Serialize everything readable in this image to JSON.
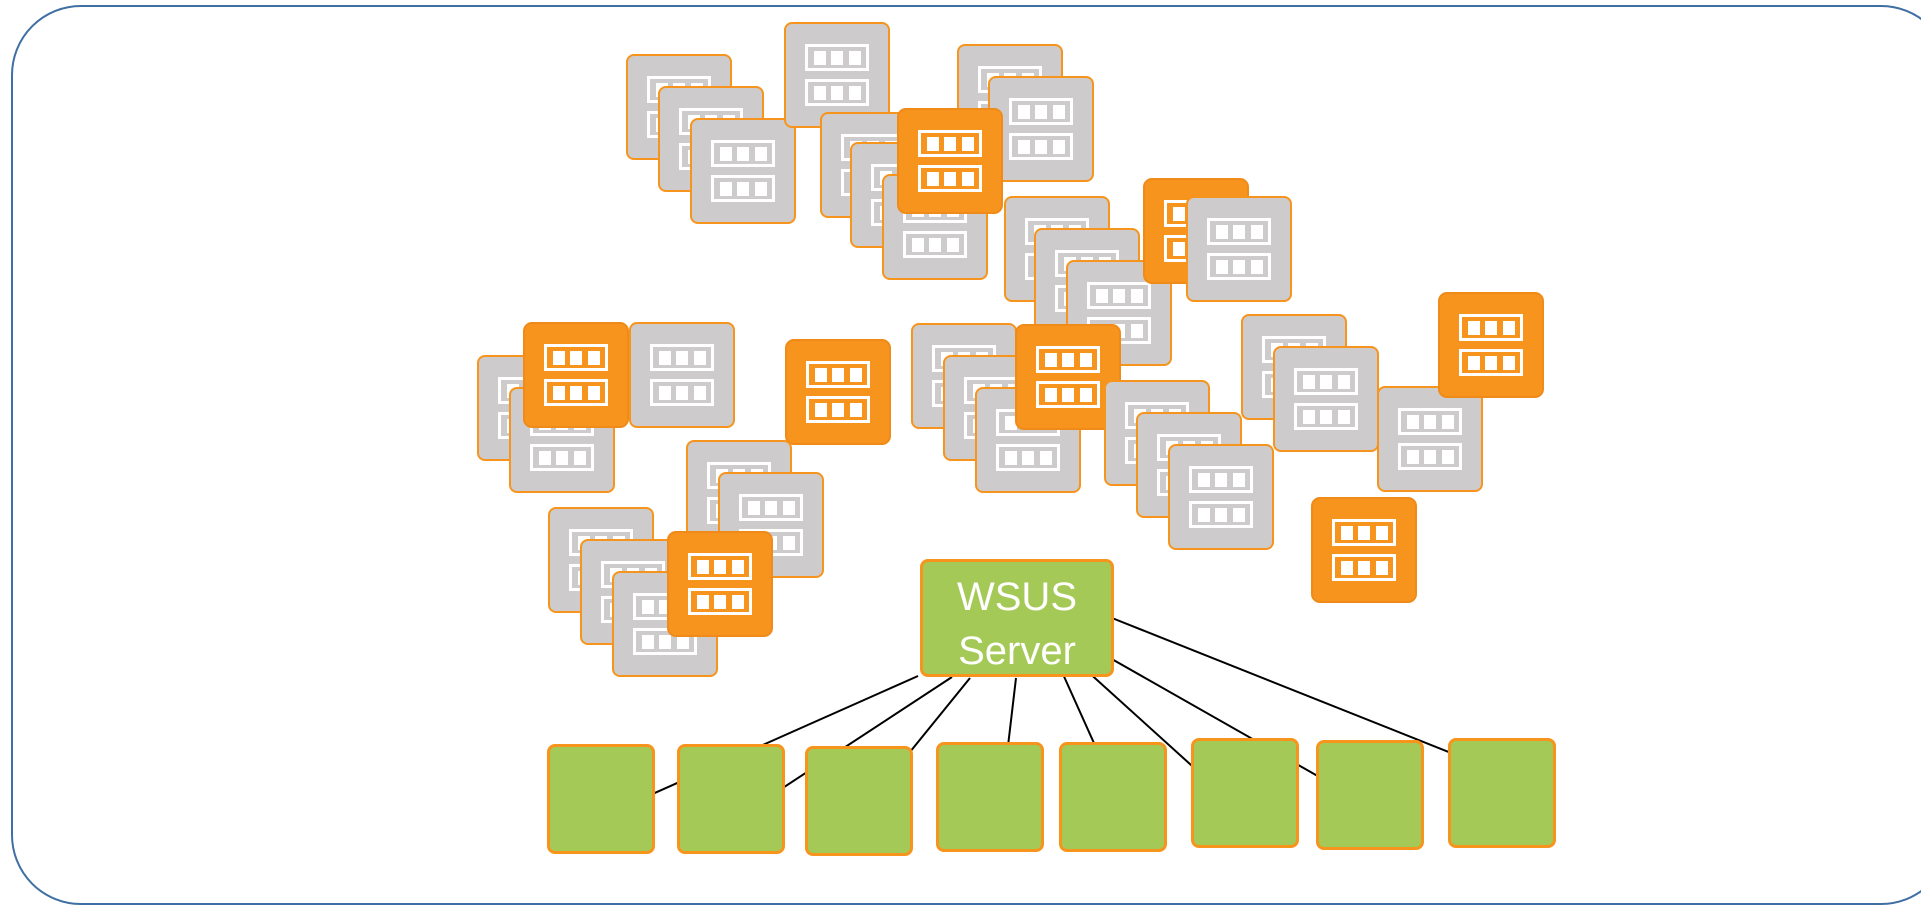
{
  "diagram": {
    "hub": {
      "label_line1": "WSUS",
      "label_line2": "Server"
    },
    "colors": {
      "frame": "#3f6fa3",
      "server_default": "#cdcbcb",
      "server_highlight": "#f7941d",
      "server_border": "#f7941d",
      "hub_fill": "#a5c956",
      "client_fill": "#a5c956",
      "arrow": "#000000"
    },
    "client_count": 8,
    "server_icon": "server-rack-icon"
  }
}
